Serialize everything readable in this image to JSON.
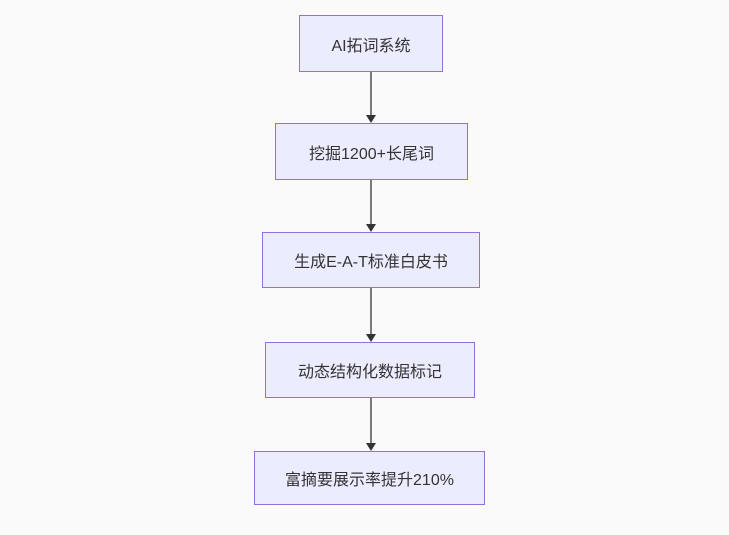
{
  "flowchart": {
    "title": "SEO AI workflow flowchart",
    "direction": "top-down",
    "nodes": [
      {
        "id": "node-1",
        "label": "AI拓词系统"
      },
      {
        "id": "node-2",
        "label": "挖掘1200+长尾词"
      },
      {
        "id": "node-3",
        "label": "生成E-A-T标准白皮书"
      },
      {
        "id": "node-4",
        "label": "动态结构化数据标记"
      },
      {
        "id": "node-5",
        "label": "富摘要展示率提升210%"
      }
    ],
    "edges": [
      {
        "from": "node-1",
        "to": "node-2",
        "style": "arrow-down"
      },
      {
        "from": "node-2",
        "to": "node-3",
        "style": "arrow-down"
      },
      {
        "from": "node-3",
        "to": "node-4",
        "style": "arrow-down"
      },
      {
        "from": "node-4",
        "to": "node-5",
        "style": "arrow-down"
      }
    ],
    "colors": {
      "background": "#fafafa",
      "node_fill": "#ECECFF",
      "node_border": "#9370DB",
      "node_text": "#333333",
      "edge_line": "#7a7a7a",
      "edge_arrowhead": "#333333"
    }
  }
}
